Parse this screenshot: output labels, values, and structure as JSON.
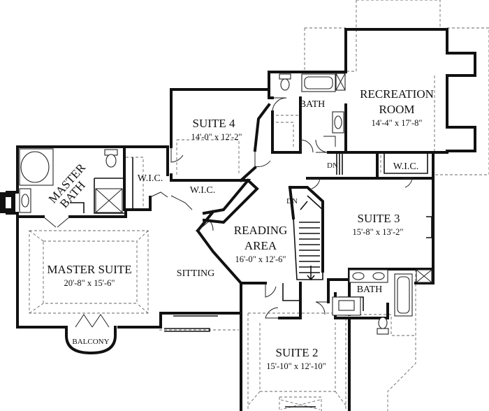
{
  "rooms": {
    "recreation_room": {
      "name_line1": "RECREATION",
      "name_line2": "ROOM",
      "dims": "14'-4\" x 17'-8\""
    },
    "suite_4": {
      "name": "SUITE 4",
      "dims": "14'-0\" x 12'-2\""
    },
    "bath_upper": {
      "name": "BATH"
    },
    "master_bath": {
      "name_line1": "MASTER",
      "name_line2": "BATH"
    },
    "wic_1": {
      "name": "W.I.C."
    },
    "wic_2": {
      "name": "W.I.C."
    },
    "wic_3": {
      "name": "W.I.C."
    },
    "reading_area": {
      "name_line1": "READING",
      "name_line2": "AREA",
      "dims": "16'-0\" x 12'-6\""
    },
    "suite_3": {
      "name": "SUITE 3",
      "dims": "15'-8\" x 13'-2\""
    },
    "master_suite": {
      "name": "MASTER SUITE",
      "dims": "20'-8\" x 15'-6\""
    },
    "sitting": {
      "name": "SITTING"
    },
    "bath_lower": {
      "name": "BATH"
    },
    "balcony": {
      "name": "BALCONY"
    },
    "suite_2": {
      "name": "SUITE 2",
      "dims": "15'-10\" x 12'-10\""
    }
  },
  "stair_labels": {
    "dn_upper": "DN",
    "dn_stair": "DN"
  }
}
